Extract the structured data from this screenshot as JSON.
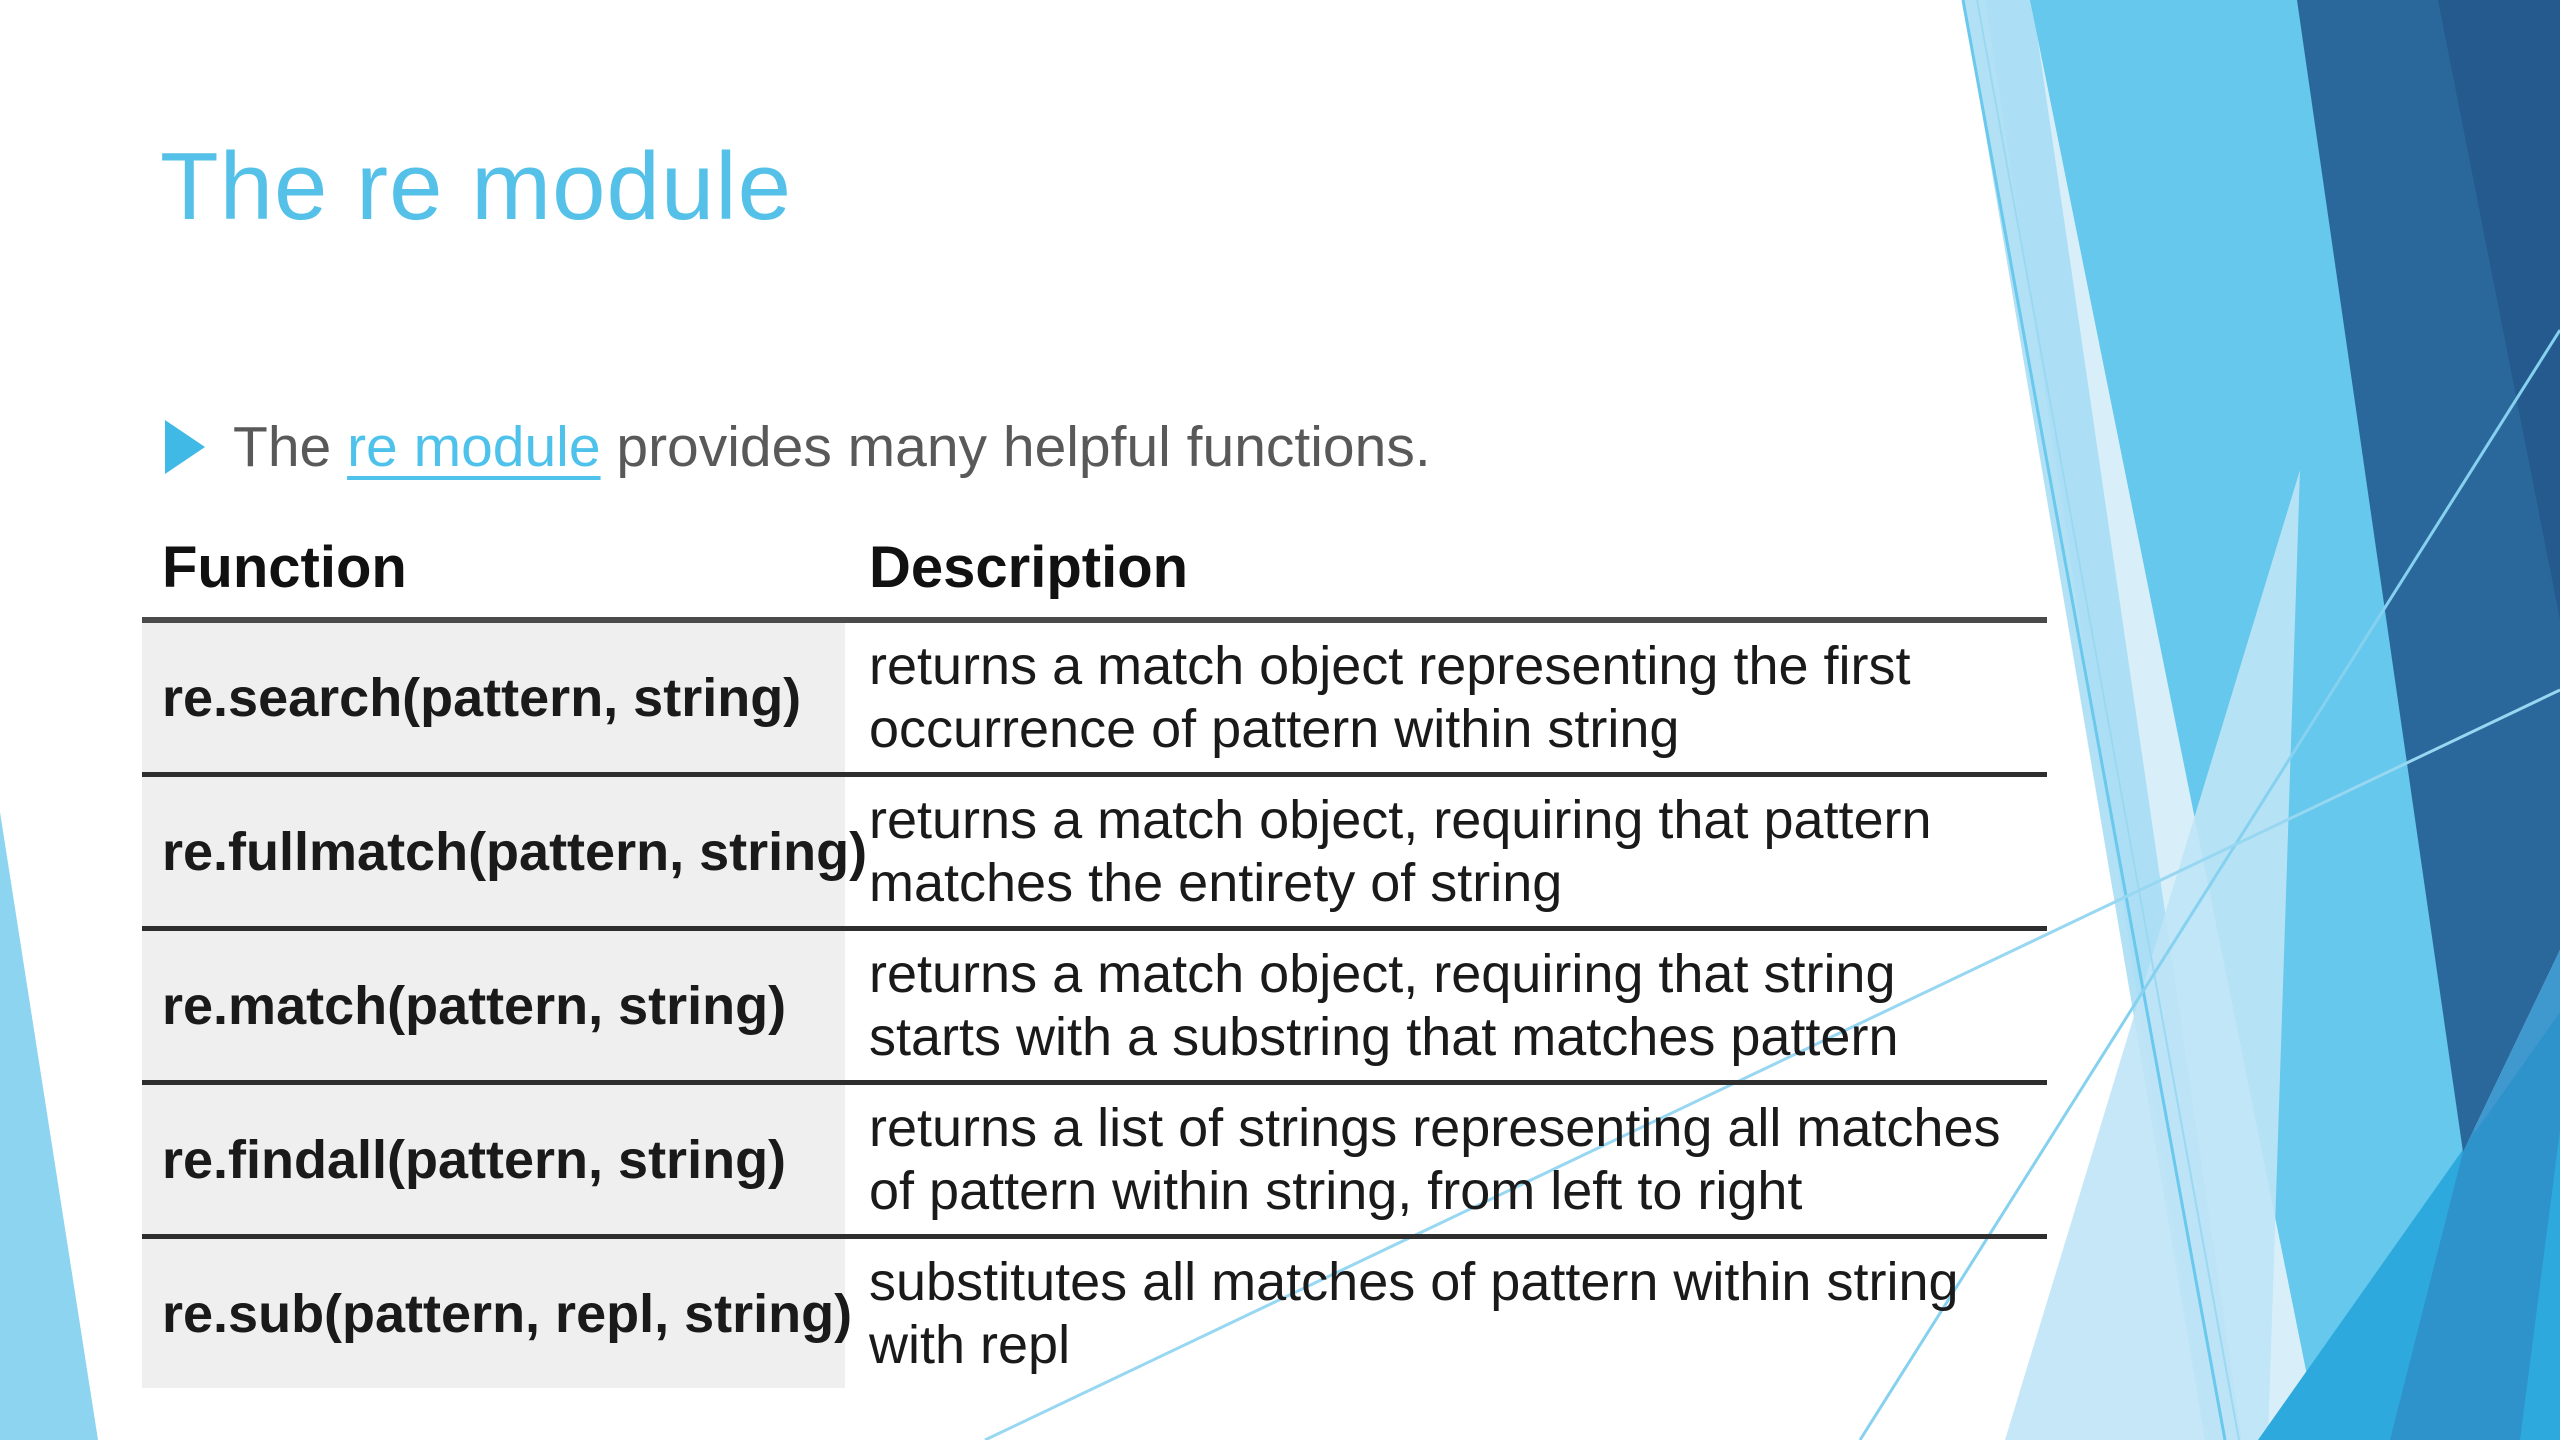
{
  "slide": {
    "title": "The re module",
    "bullet": {
      "pre": "The ",
      "link": "re module",
      "post": " provides many helpful functions."
    },
    "table": {
      "headers": {
        "function": "Function",
        "description": "Description"
      },
      "rows": [
        {
          "fn": "re.search(pattern, string)",
          "desc": "returns a match object representing the first occurrence of pattern within string"
        },
        {
          "fn": "re.fullmatch(pattern, string)",
          "desc": "returns a match object, requiring that pattern matches the entirety of string"
        },
        {
          "fn": "re.match(pattern, string)",
          "desc": "returns a match object, requiring that string starts with a substring that matches pattern"
        },
        {
          "fn": "re.findall(pattern, string)",
          "desc": "returns a list of strings representing all matches of pattern within string, from left to right"
        },
        {
          "fn": "re.sub(pattern, repl, string)",
          "desc": "substitutes all matches of pattern within string with repl"
        }
      ]
    },
    "colors": {
      "title": "#55c1e8",
      "link": "#4ec2ea",
      "body_text": "#595959",
      "table_text": "#1a1a1a",
      "alt_cell_bg": "#efefef",
      "header_rule": "#4a4a4a",
      "row_rule": "#2e2e2e",
      "decoration": {
        "light_base": "#d8effa",
        "light_sliver": "#a5dcf3",
        "pale_wedge": "#bfe4f6",
        "medium_cyan": "#5fc5eb",
        "bright_cyan": "#2ea9dd",
        "mid_blue_stripe": "#2f8fc9",
        "navy": "#2a689c",
        "navy_dark": "#23598c",
        "thin_line_1": "#6ac8ec",
        "thin_line_2": "#9bd8f2",
        "thin_line_3": "#86d1ef",
        "thin_line_4": "#97d7f1",
        "bottom_left_wedge": "#8cd4f0"
      }
    }
  }
}
